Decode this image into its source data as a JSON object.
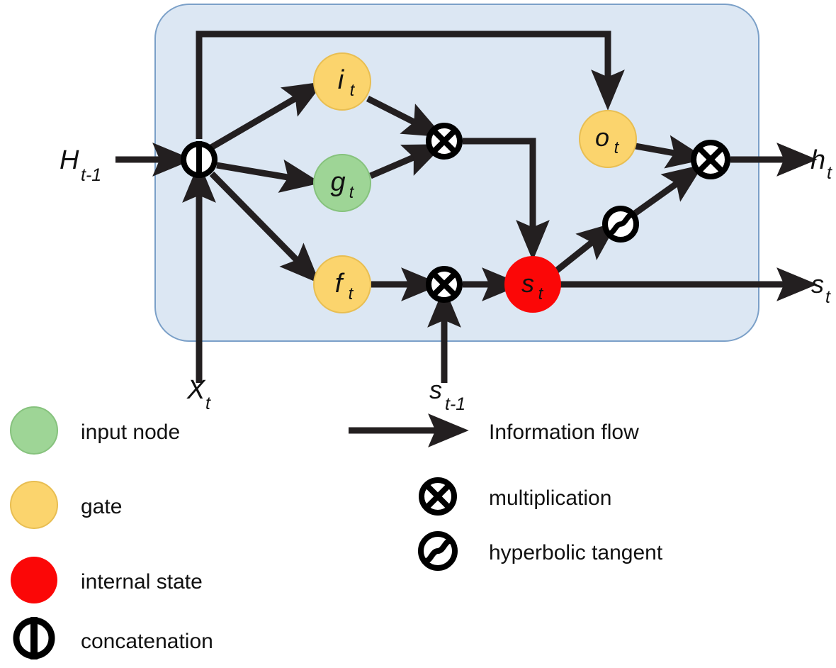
{
  "figure": {
    "kind": "lstm-cell-diagram",
    "cell_box": {
      "fill": "#dce7f3",
      "stroke": "#7ba0c8"
    }
  },
  "colors": {
    "gate": "#fbd46d",
    "gate_stroke": "#e8be52",
    "input_node": "#9ed596",
    "input_node_stroke": "#86c27d",
    "internal_state": "#fb0707",
    "operator_fill": "#ffffff",
    "operator_stroke": "#000000",
    "arrow": "#231f20",
    "box_fill": "#dce7f3",
    "box_stroke": "#7ba0c8"
  },
  "nodes": [
    {
      "id": "concat",
      "name": "concatenation-node",
      "symbol": "concatenation",
      "label": "",
      "sub": ""
    },
    {
      "id": "i",
      "name": "input-gate-node",
      "symbol": "gate",
      "label": "i",
      "sub": "t"
    },
    {
      "id": "g",
      "name": "input-node",
      "symbol": "input node",
      "label": "g",
      "sub": "t"
    },
    {
      "id": "f",
      "name": "forget-gate-node",
      "symbol": "gate",
      "label": "f",
      "sub": "t"
    },
    {
      "id": "o",
      "name": "output-gate-node",
      "symbol": "gate",
      "label": "o",
      "sub": "t"
    },
    {
      "id": "s",
      "name": "internal-state-node",
      "symbol": "internal state",
      "label": "s",
      "sub": "t"
    },
    {
      "id": "mul_ig",
      "name": "multiplication-ig",
      "symbol": "multiplication",
      "label": "",
      "sub": ""
    },
    {
      "id": "mul_fs",
      "name": "multiplication-fs",
      "symbol": "multiplication",
      "label": "",
      "sub": ""
    },
    {
      "id": "mul_out",
      "name": "multiplication-out",
      "symbol": "multiplication",
      "label": "",
      "sub": ""
    },
    {
      "id": "tanh",
      "name": "hyperbolic-tangent-node",
      "symbol": "hyperbolic tangent",
      "label": "",
      "sub": ""
    }
  ],
  "io_labels": {
    "input_hidden": {
      "base": "H",
      "sub": "t-1"
    },
    "input_x": {
      "base": "X",
      "sub": "t"
    },
    "input_state": {
      "base": "s",
      "sub": "t-1"
    },
    "output_hidden": {
      "base": "h",
      "sub": "t"
    },
    "output_state": {
      "base": "s",
      "sub": "t"
    }
  },
  "legend_left": [
    {
      "icon": "circle-green",
      "name": "legend-input-node",
      "label": "input node",
      "color": "#9ed596"
    },
    {
      "icon": "circle-yellow",
      "name": "legend-gate",
      "label": "gate",
      "color": "#fbd46d"
    },
    {
      "icon": "circle-red",
      "name": "legend-internal-state",
      "label": "internal state",
      "color": "#fb0707"
    },
    {
      "icon": "concatenation",
      "name": "legend-concatenation",
      "label": "concatenation",
      "color": "#000000"
    }
  ],
  "legend_right": [
    {
      "icon": "arrow-right",
      "name": "legend-information-flow",
      "label": "Information flow"
    },
    {
      "icon": "multiplication",
      "name": "legend-multiplication",
      "label": "multiplication"
    },
    {
      "icon": "hyperbolic-tangent",
      "name": "legend-hyperbolic-tangent",
      "label": "hyperbolic tangent"
    }
  ]
}
